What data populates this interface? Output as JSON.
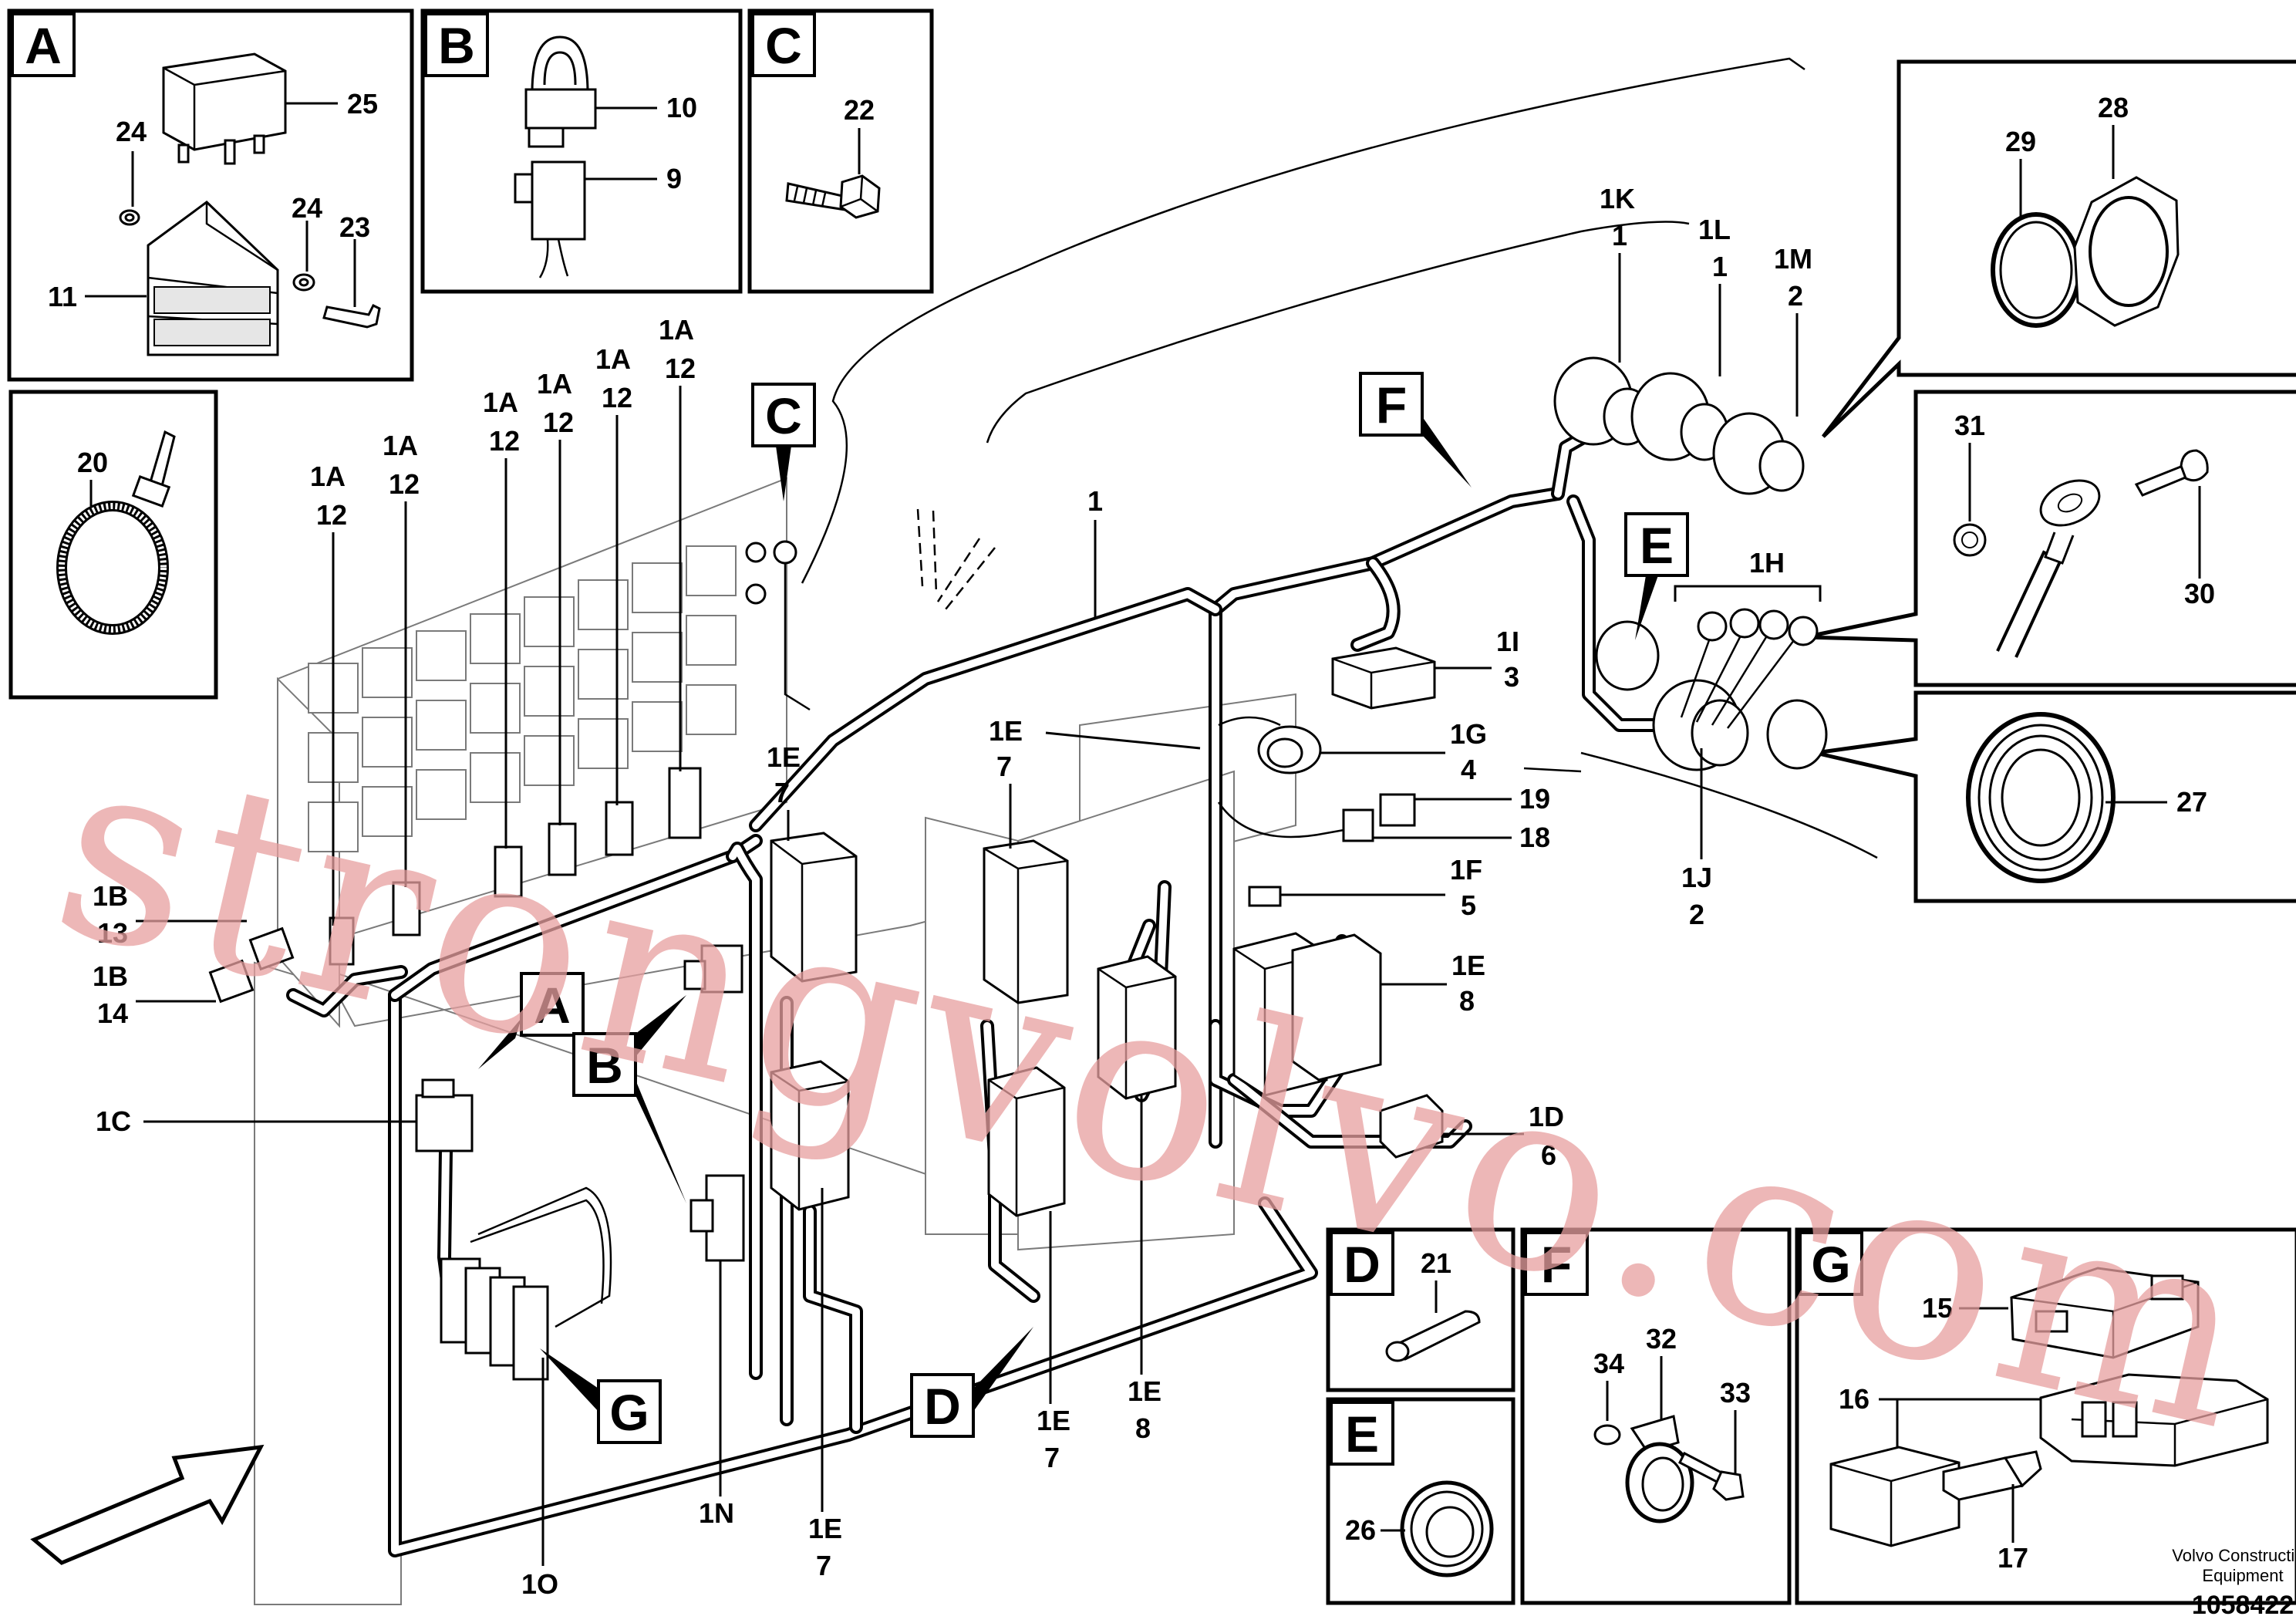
{
  "footer": {
    "company_line1": "Volvo Construction",
    "company_line2": "Equipment",
    "drawing_number": "1058422"
  },
  "watermark": "strongvolvo.com",
  "insets": {
    "A": {
      "letter": "A",
      "labels": [
        "25",
        "24",
        "24",
        "23",
        "11"
      ]
    },
    "B": {
      "letter": "B",
      "labels": [
        "10",
        "9"
      ]
    },
    "C": {
      "letter": "C",
      "labels": [
        "22"
      ]
    },
    "tie": {
      "labels": [
        "20"
      ]
    },
    "rings": {
      "labels": [
        "29",
        "28"
      ]
    },
    "eyelet": {
      "labels": [
        "31",
        "30"
      ]
    },
    "grommet": {
      "labels": [
        "27"
      ]
    },
    "D": {
      "letter": "D",
      "labels": [
        "21"
      ]
    },
    "E": {
      "letter": "E",
      "labels": [
        "26"
      ]
    },
    "F": {
      "letter": "F",
      "labels": [
        "34",
        "32",
        "33"
      ]
    },
    "G": {
      "letter": "G",
      "labels": [
        "15",
        "16",
        "17"
      ]
    }
  },
  "callouts": [
    "A",
    "B",
    "C",
    "D",
    "E",
    "F",
    "G"
  ],
  "main_labels": {
    "l1": "1",
    "l1a_a": [
      "1A",
      "12"
    ],
    "l1a_b": [
      "1A",
      "12"
    ],
    "l1a_c": [
      "1A",
      "12"
    ],
    "l1a_d": [
      "1A",
      "12"
    ],
    "l1a_e": [
      "1A",
      "12"
    ],
    "l1a_f": [
      "1A",
      "12"
    ],
    "l1b_13": [
      "1B",
      "13"
    ],
    "l1b_14": [
      "1B",
      "14"
    ],
    "l1c": "1C",
    "l1d": [
      "1D",
      "6"
    ],
    "l1e_top_a": [
      "1E",
      "7"
    ],
    "l1e_top_b": [
      "1E",
      "7"
    ],
    "l1e_right": [
      "1E",
      "8"
    ],
    "l1e_bot_a": [
      "1E",
      "7"
    ],
    "l1e_bot_b": [
      "1E",
      "7"
    ],
    "l1e_bot_c": [
      "1E",
      "8"
    ],
    "l1f": [
      "1F",
      "5"
    ],
    "l1g": [
      "1G",
      "4"
    ],
    "l1h": "1H",
    "l1i": [
      "1I",
      "3"
    ],
    "l1j": [
      "1J",
      "2"
    ],
    "l1k": [
      "1K",
      "1"
    ],
    "l1l": [
      "1L",
      "1"
    ],
    "l1m": [
      "1M",
      "2"
    ],
    "l1n": "1N",
    "l1o": "1O",
    "l18": "18",
    "l19": "19"
  }
}
